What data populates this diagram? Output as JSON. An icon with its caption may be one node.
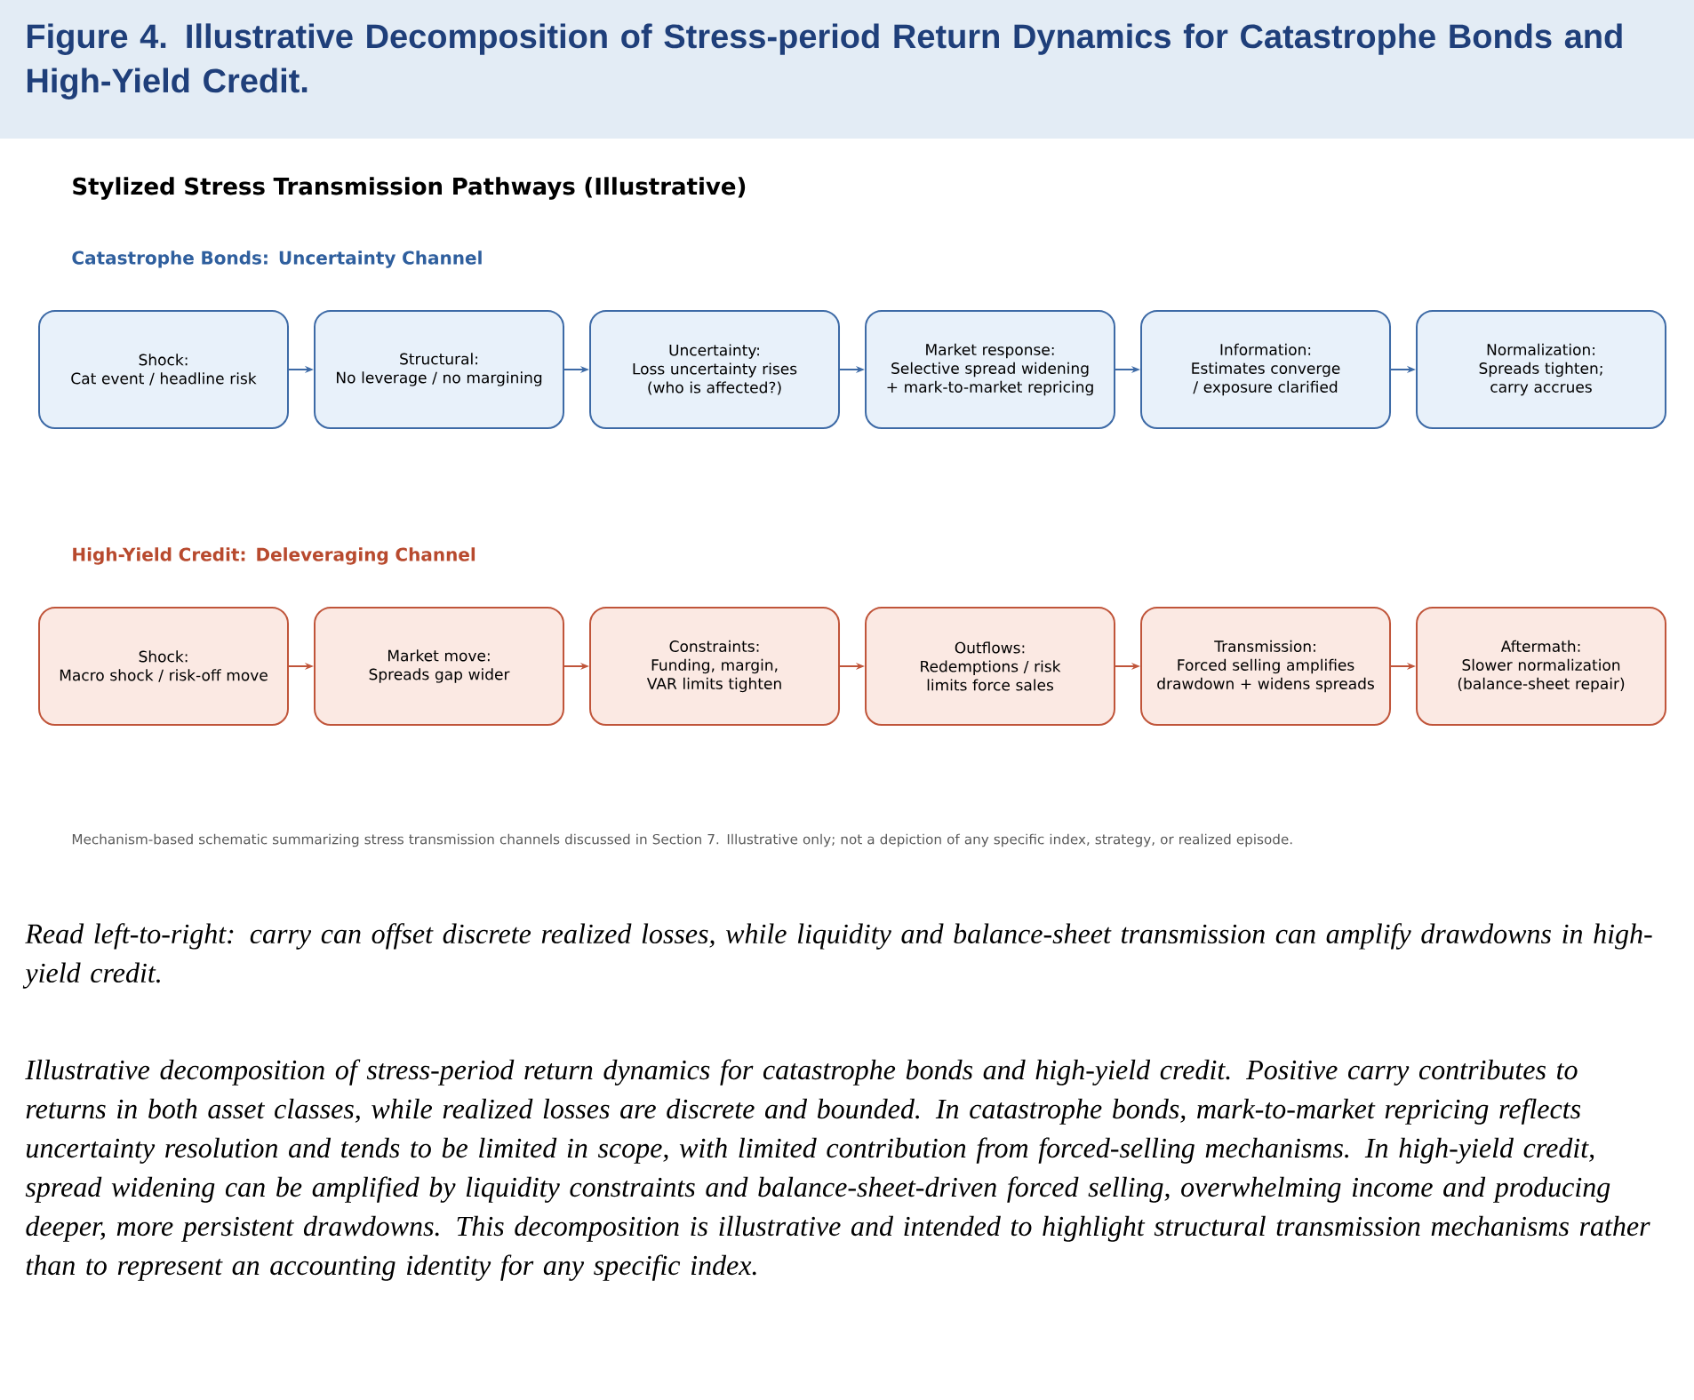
{
  "diagram": {
    "title": "Figure 4. Illustrative Decomposition of Stress-period Return Dynamics for Catastrophe Bonds and High-Yield Credit.",
    "nodes": [
      {
        "text": [
          "Shock:",
          "Cat event / headline risk"
        ]
      },
      {
        "text": [
          "Structural:",
          "No leverage / no margining"
        ]
      },
      {
        "text": [
          "Uncertainty:",
          "Loss uncertainty rises (who is affected?)"
        ]
      },
      {
        "text": [
          "Market response:",
          "Selective spread widening + mark-to-market repricing"
        ]
      },
      {
        "text": [
          "Information:",
          "Estimates converge / exposure clarified"
        ]
      },
      {
        "text": [
          "Normalization:",
          "Spreads tighten; carry accrues"
        ]
      },
      {
        "text": [
          "Shock:",
          "Macro shock / risk-off move"
        ]
      },
      {
        "text": [
          "Market move:",
          "Spreads gap wider"
        ]
      },
      {
        "text": [
          "Constraints:",
          "Funding, margin, VAR limits tighten"
        ]
      },
      {
        "text": [
          "Outflows:",
          "Redemptions / risk limits force sales"
        ]
      },
      {
        "text": [
          "Transmission:",
          "Forced selling amplifies drawdown + widens spreads"
        ]
      },
      {
        "text": [
          "Aftermath:",
          "Slower normalization (balance-sheet repair)"
        ]
      }
    ],
    "edges": [
      {
        "from": 0,
        "to": 1,
        "arrow": "to",
        "color": "#3d6aa6"
      },
      {
        "from": 1,
        "to": 2,
        "arrow": "to",
        "color": "#3d6aa6"
      },
      {
        "from": 2,
        "to": 3,
        "arrow": "to",
        "color": "#3d6aa6"
      },
      {
        "from": 3,
        "to": 4,
        "arrow": "to",
        "color": "#3d6aa6"
      },
      {
        "from": 4,
        "to": 5,
        "arrow": "to",
        "color": "#3d6aa6"
      },
      {
        "from": 6,
        "to": 7,
        "arrow": "to",
        "color": "#c0553a"
      },
      {
        "from": 7,
        "to": 8,
        "arrow": "to",
        "color": "#c0553a"
      },
      {
        "from": 8,
        "to": 9,
        "arrow": "to",
        "color": "#c0553a"
      },
      {
        "from": 9,
        "to": 10,
        "arrow": "to",
        "color": "#c0553a"
      },
      {
        "from": 10,
        "to": 11,
        "arrow": "to",
        "color": "#c0553a"
      }
    ],
    "labels": [
      "Stylized Stress Transmission Pathways (Illustrative)",
      "Catastrophe Bonds: Uncertainty Channel",
      "High-Yield Credit: Deleveraging Channel",
      "Mechanism-based schematic summarizing stress transmission channels discussed in Section 7. Illustrative only; not a depiction of any specific index, strategy, or realized episode.",
      "Read left-to-right: carry can offset discrete realized losses, while liquidity and balance-sheet transmission can amplify drawdowns in high-yield credit."
    ],
    "caption": "Illustrative decomposition of stress-period return dynamics for catastrophe bonds and high-yield credit. Positive carry contributes to returns in both asset classes, while realized losses are discrete and bounded. In catastrophe bonds, mark-to-market repricing reflects uncertainty resolution and tends to be limited in scope, with limited contribution from forced-selling mechanisms. In high-yield credit, spread widening can be amplified by liquidity constraints and balance-sheet-driven forced selling, overwhelming income and producing deeper, more persistent drawdowns. This decomposition is illustrative and intended to highlight structural transmission mechanisms rather than to represent an accounting identity for any specific index."
  }
}
